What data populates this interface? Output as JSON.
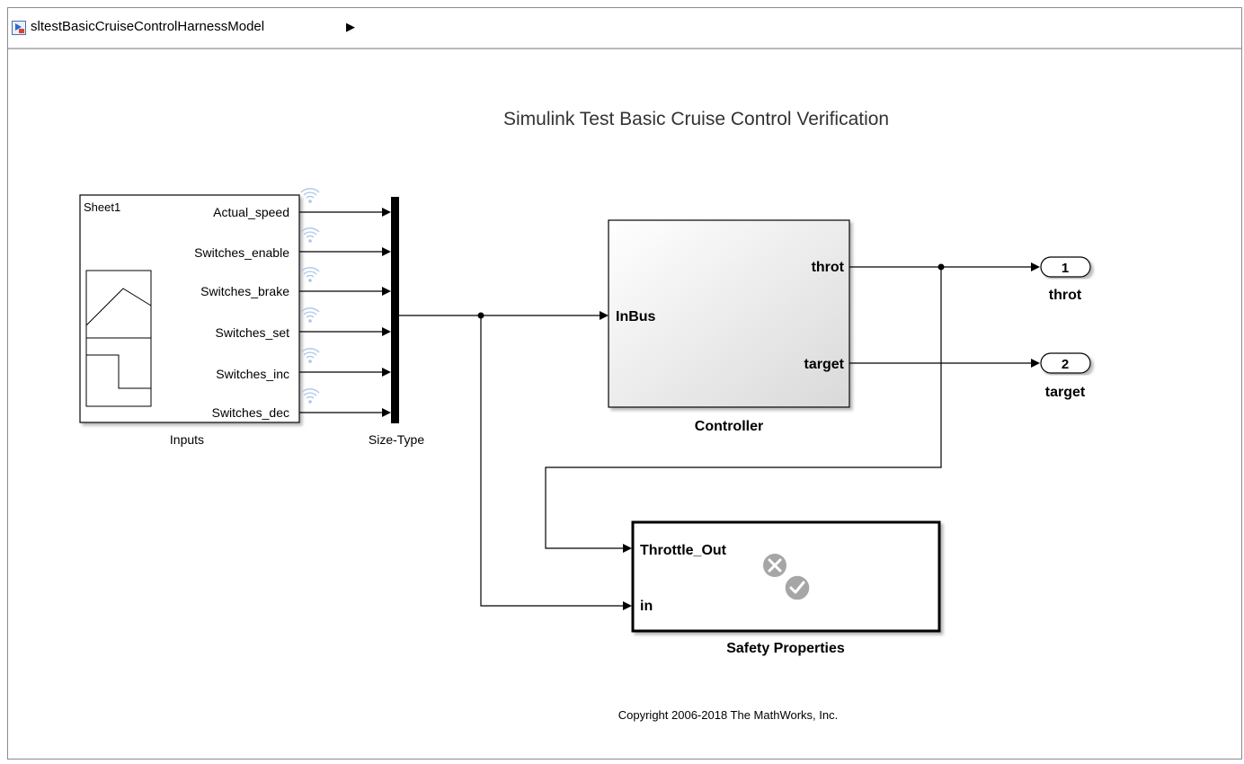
{
  "explorer_bar": {
    "model_name": "sltestBasicCruiseControlHarnessModel",
    "icon": "simulink-model-icon",
    "arrow_icon": "triangle-right-icon"
  },
  "diagram": {
    "title": "Simulink Test Basic Cruise Control Verification",
    "copyright": "Copyright 2006-2018 The MathWorks, Inc.",
    "inputs_block": {
      "sheet_label": "Sheet1",
      "name": "Inputs",
      "ports": [
        "Actual_speed",
        "Switches_enable",
        "Switches_brake",
        "Switches_set",
        "Switches_inc",
        "Switches_dec"
      ],
      "signal_icon": "wireless-signal-icon"
    },
    "bus_block": {
      "name": "Size-Type"
    },
    "controller_block": {
      "name": "Controller",
      "input_port": "InBus",
      "output_ports": [
        "throt",
        "target"
      ]
    },
    "outports": [
      {
        "number": "1",
        "name": "throt"
      },
      {
        "number": "2",
        "name": "target"
      }
    ],
    "safety_block": {
      "name": "Safety Properties",
      "input_ports": [
        "Throttle_Out",
        "in"
      ],
      "badge_icons": [
        "fail-x-icon",
        "pass-check-icon"
      ]
    }
  }
}
